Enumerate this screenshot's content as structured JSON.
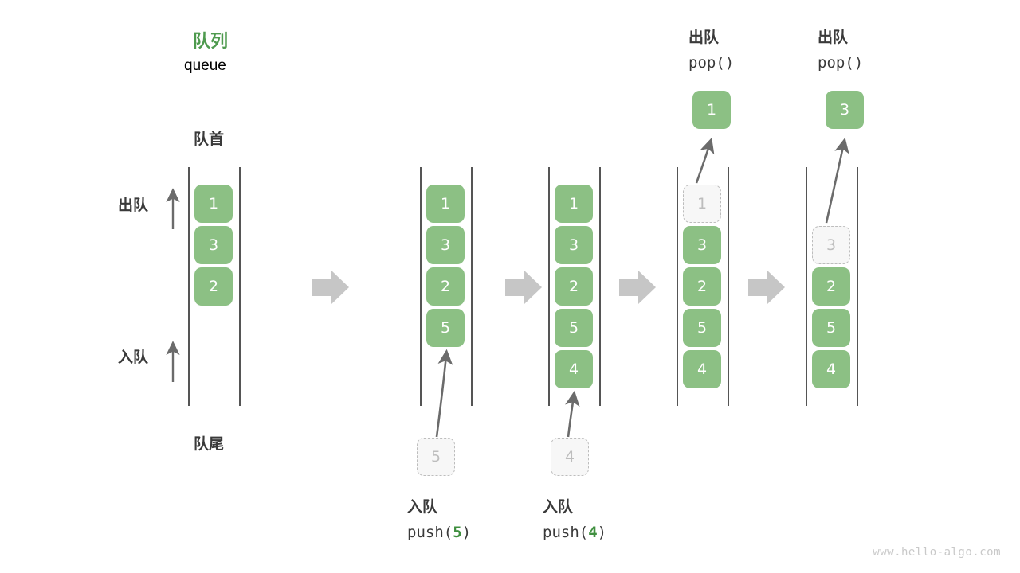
{
  "title": {
    "cn": "队列",
    "en": "queue"
  },
  "labels": {
    "front": "队首",
    "rear": "队尾",
    "dequeue": "出队",
    "enqueue": "入队",
    "pop_cn": "出队",
    "pop_en": "pop()",
    "push_cn": "入队"
  },
  "watermark": "www.hello-algo.com",
  "colors": {
    "accent_green": "#8cc084",
    "title_green": "#4e9a4e",
    "number_green": "#3f8f3f",
    "ghost_fill": "#f7f7f7",
    "ghost_border": "#bdbdbd",
    "rail": "#555555",
    "arrow_grey": "#c6c6c6",
    "curve_arrow": "#6b6b6b",
    "text": "#3a3a3a",
    "watermark": "#c9c9c9"
  },
  "chart_data": {
    "type": "diagram",
    "title": "队列 queue",
    "steps": [
      {
        "id": "initial",
        "caption_cn": "",
        "caption_code": "",
        "cells": [
          {
            "value": "1",
            "state": "filled"
          },
          {
            "value": "3",
            "state": "filled"
          },
          {
            "value": "2",
            "state": "filled"
          }
        ],
        "result_cell": null,
        "operand_cell": null
      },
      {
        "id": "push-5",
        "caption_cn": "入队",
        "caption_code": "push(5)",
        "caption_arg": "5",
        "cells": [
          {
            "value": "1",
            "state": "filled"
          },
          {
            "value": "3",
            "state": "filled"
          },
          {
            "value": "2",
            "state": "filled"
          },
          {
            "value": "5",
            "state": "filled"
          }
        ],
        "result_cell": null,
        "operand_cell": {
          "value": "5",
          "state": "ghost"
        }
      },
      {
        "id": "push-4",
        "caption_cn": "入队",
        "caption_code": "push(4)",
        "caption_arg": "4",
        "cells": [
          {
            "value": "1",
            "state": "filled"
          },
          {
            "value": "3",
            "state": "filled"
          },
          {
            "value": "2",
            "state": "filled"
          },
          {
            "value": "5",
            "state": "filled"
          },
          {
            "value": "4",
            "state": "filled"
          }
        ],
        "result_cell": null,
        "operand_cell": {
          "value": "4",
          "state": "ghost"
        }
      },
      {
        "id": "pop-1",
        "header_cn": "出队",
        "header_code": "pop()",
        "cells": [
          {
            "value": "1",
            "state": "ghost"
          },
          {
            "value": "3",
            "state": "filled"
          },
          {
            "value": "2",
            "state": "filled"
          },
          {
            "value": "5",
            "state": "filled"
          },
          {
            "value": "4",
            "state": "filled"
          }
        ],
        "result_cell": {
          "value": "1",
          "state": "filled"
        },
        "operand_cell": null
      },
      {
        "id": "pop-3",
        "header_cn": "出队",
        "header_code": "pop()",
        "cells": [
          {
            "value": "",
            "state": "empty"
          },
          {
            "value": "3",
            "state": "ghost"
          },
          {
            "value": "2",
            "state": "filled"
          },
          {
            "value": "5",
            "state": "filled"
          },
          {
            "value": "4",
            "state": "filled"
          }
        ],
        "result_cell": {
          "value": "3",
          "state": "filled"
        },
        "operand_cell": null
      }
    ],
    "transition_arrows": 4,
    "annotations": [
      "队首",
      "队尾",
      "出队",
      "入队"
    ]
  }
}
